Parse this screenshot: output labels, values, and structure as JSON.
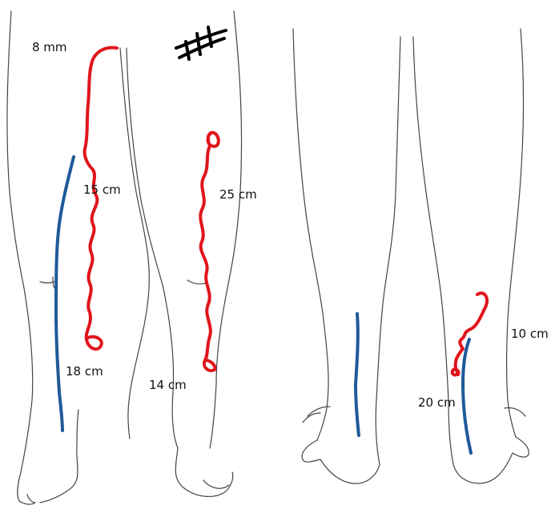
{
  "colors": {
    "outline": "#444444",
    "varicose_vein": "#e0141b",
    "blue_line": "#1f5a9a",
    "hash_mark": "#000000",
    "background": "#ffffff"
  },
  "symbols": {
    "hash_mark": "triple-strike hash symbol"
  },
  "labels": {
    "right_thigh_diameter": "8 mm",
    "anterior_right_upper": "15 cm",
    "anterior_right_lower": "18 cm",
    "anterior_left_upper": "25 cm",
    "anterior_left_lower": "14 cm",
    "posterior_right_upper": "10 cm",
    "posterior_right_lower": "20 cm"
  }
}
